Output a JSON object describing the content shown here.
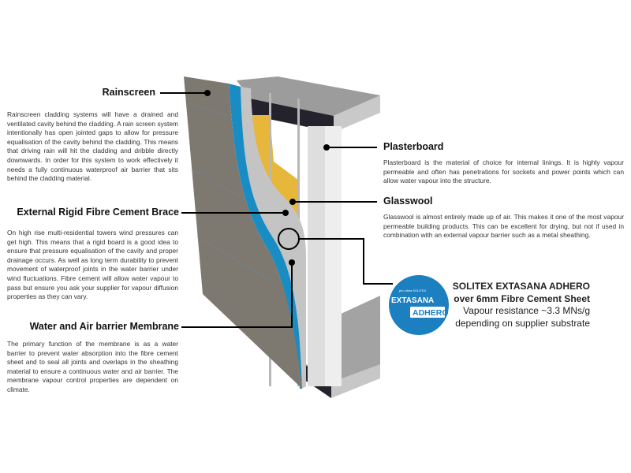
{
  "callouts": {
    "rainscreen": {
      "title": "Rainscreen",
      "text": "Rainscreen cladding systems will have a drained and ventilated cavity behind the cladding. A rain screen system intentionally has open jointed gaps to allow for pressure equalisation of the cavity behind the cladding. This means that driving rain will hit the cladding and dribble directly downwards. In order for this system to work effectively it needs a fully continuous waterproof air barrier that sits behind the cladding material."
    },
    "brace": {
      "title": "External Rigid Fibre Cement Brace",
      "text": "On high rise multi-residential towers wind pressures can get high. This means that a rigid board is a good idea to ensure that pressure equalisation of the cavity and proper drainage occurs. As well as long term durability to prevent movement of waterproof joints in the water barrier under wind fluctuations. Fibre cement will allow water vapour to pass but ensure you ask your supplier for vapour diffusion properties as they can vary."
    },
    "membrane": {
      "title": "Water and Air barrier Membrane",
      "text": "The primary function of the membrane is as a water barrier to prevent water absorption into the fibre cement sheet and to seal all joints and overlaps in the sheathing material to ensure a continuous water and air barrier. The membrane vapour control properties are dependent on climate."
    },
    "plasterboard": {
      "title": "Plasterboard",
      "text": "Plasterboard is the material of choice for internal linings. It is highly vapour permeable and often has penetrations for sockets and power points which can allow water vapour into the structure."
    },
    "glasswool": {
      "title": "Glasswool",
      "text": "Glasswool is almost entirely made up of air. This makes it one of the most vapour permeable building products. This can be excellent for drying, but not if used in combination with an external vapour barrier such as a metal sheathing."
    }
  },
  "product": {
    "line1": "SOLITEX EXTASANA ADHERO",
    "line2": "over 6mm Fibre Cement Sheet",
    "line3": "Vapour resistance ~3.3 MNs/g",
    "line4": "depending on supplier substrate",
    "logo_small": "pro clima SOLITEX",
    "logo_brand": "EXTASANA",
    "logo_product": "ADHERO"
  },
  "colors": {
    "membrane_blue": "#1a8cc4",
    "glasswool_yellow": "#e6b73a",
    "cladding_grey": "#7d7870",
    "slab_grey": "#a9a9a9",
    "dark_band": "#24232d"
  }
}
